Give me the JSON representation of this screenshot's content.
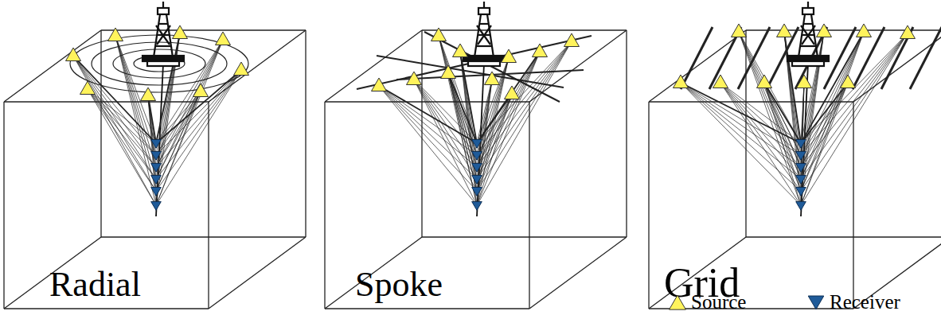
{
  "diagram": {
    "labels": [
      "Radial",
      "Spoke",
      "Grid"
    ],
    "legend": [
      {
        "text": "Source"
      },
      {
        "text": "Receiver"
      }
    ]
  }
}
